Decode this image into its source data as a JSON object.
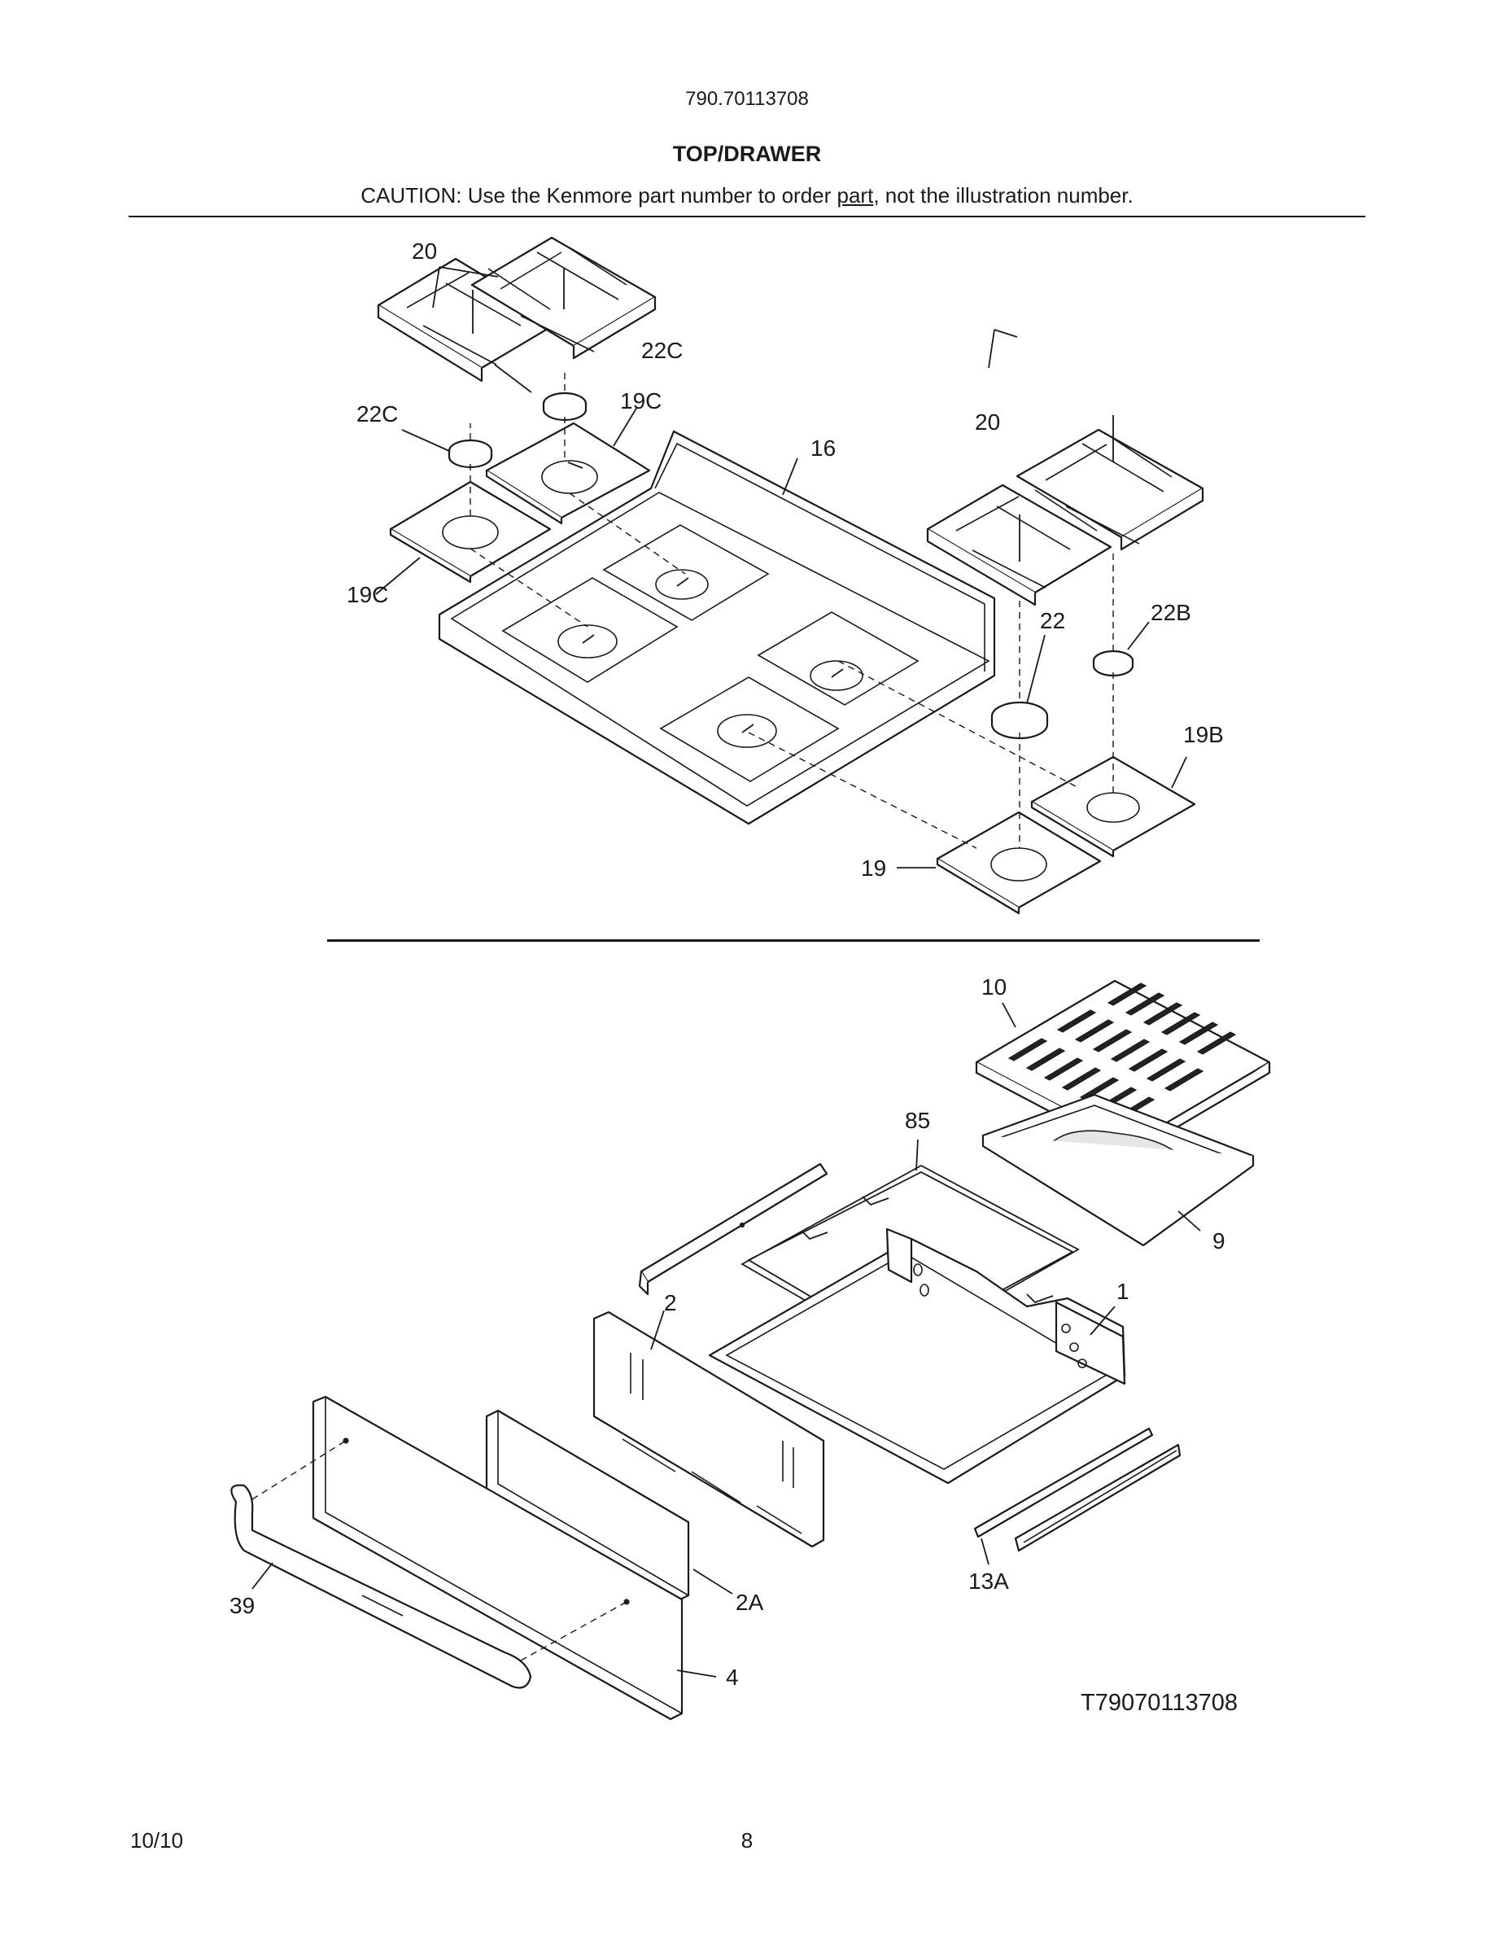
{
  "header": {
    "model_number": "790.70113708",
    "section_title": "TOP/DRAWER",
    "caution_before": "CAUTION: Use the Kenmore part number to order ",
    "caution_link": "part",
    "caution_after": ", not the illustration number."
  },
  "diagram": {
    "drawing_id": "T79070113708",
    "callouts_top": {
      "grates_left": "20",
      "cap_left_top": "22C",
      "cap_left_mid": "22C",
      "pan_left_top": "19C",
      "pan_left_bottom": "19C",
      "cooktop": "16",
      "grates_right": "20",
      "cap_large": "22",
      "cap_small": "22B",
      "pan_right_back": "19B",
      "pan_right_front": "19"
    },
    "callouts_bottom": {
      "broiler_grid": "10",
      "broiler_pan": "9",
      "rack": "85",
      "drawer_body": "1",
      "drawer_back": "2",
      "drawer_inner_panel": "2A",
      "drawer_front": "4",
      "handle": "39",
      "slide_rail": "13A"
    }
  },
  "footer": {
    "date": "10/10",
    "page_number": "8"
  }
}
